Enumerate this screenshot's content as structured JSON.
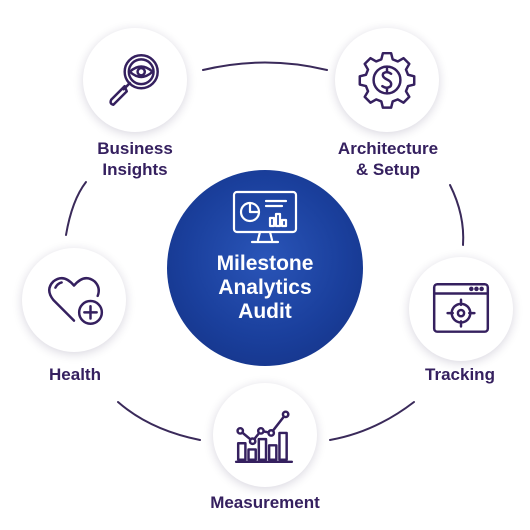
{
  "center": {
    "title": "Milestone\nAnalytics\nAudit",
    "icon": "dashboard-monitor-icon"
  },
  "nodes": [
    {
      "id": "business-insights",
      "label": "Business\nInsights",
      "icon": "magnifier-eye-icon"
    },
    {
      "id": "architecture-setup",
      "label": "Architecture\n& Setup",
      "icon": "gear-dollar-icon"
    },
    {
      "id": "tracking",
      "label": "Tracking",
      "icon": "browser-target-icon"
    },
    {
      "id": "measurement",
      "label": "Measurement",
      "icon": "bar-line-chart-icon"
    },
    {
      "id": "health",
      "label": "Health",
      "icon": "heart-plus-icon"
    }
  ],
  "colors": {
    "accent": "#35205f",
    "center": "#1a3f9c",
    "ring": "#3a2a5a"
  }
}
